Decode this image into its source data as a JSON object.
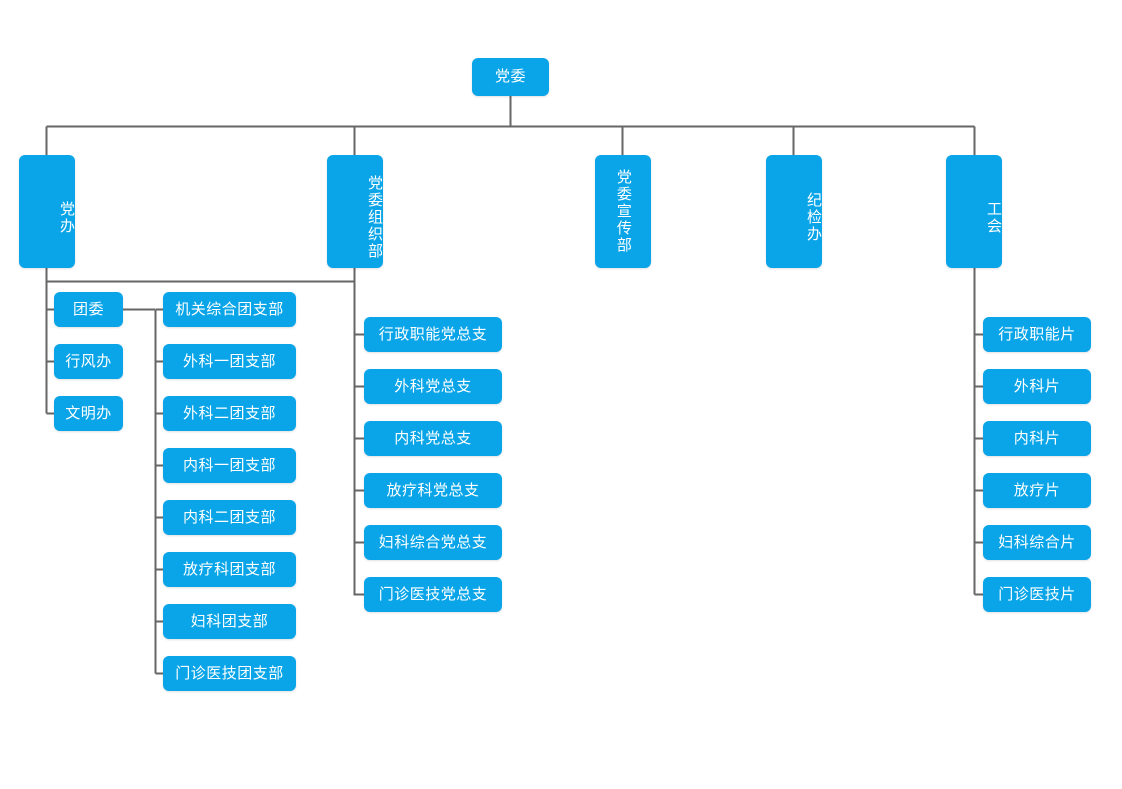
{
  "chart_data": {
    "type": "diagram",
    "title": "",
    "diagram_kind": "organization-chart",
    "node_color": "#0aa5e8",
    "text_color": "#ffffff",
    "connector_color": "#666666",
    "root": "党委",
    "level2": [
      "党办",
      "党委组织部",
      "党委宣传部",
      "纪检办",
      "工会"
    ],
    "groups": [
      {
        "parent": "党办",
        "children": [
          "团委",
          "行风办",
          "文明办"
        ]
      },
      {
        "parent": "团委",
        "children": [
          "机关综合团支部",
          "外科一团支部",
          "外科二团支部",
          "内科一团支部",
          "内科二团支部",
          "放疗科团支部",
          "妇科团支部",
          "门诊医技团支部"
        ]
      },
      {
        "parent": "党委组织部",
        "children": [
          "行政职能党总支",
          "外科党总支",
          "内科党总支",
          "放疗科党总支",
          "妇科综合党总支",
          "门诊医技党总支"
        ]
      },
      {
        "parent": "党委宣传部",
        "children": []
      },
      {
        "parent": "纪检办",
        "children": []
      },
      {
        "parent": "工会",
        "children": [
          "行政职能片",
          "外科片",
          "内科片",
          "放疗片",
          "妇科综合片",
          "门诊医技片"
        ]
      }
    ]
  },
  "root": {
    "label": "党委"
  },
  "level2": {
    "dangban": "党办",
    "zuzhibu": "党委组织部",
    "xuanchuanbu": "党委宣传部",
    "jijianban": "纪检办",
    "gonghui": "工会"
  },
  "dangban_children": [
    {
      "label": "团委"
    },
    {
      "label": "行风办"
    },
    {
      "label": "文明办"
    }
  ],
  "tuanwei_children": [
    {
      "label": "机关综合团支部"
    },
    {
      "label": "外科一团支部"
    },
    {
      "label": "外科二团支部"
    },
    {
      "label": "内科一团支部"
    },
    {
      "label": "内科二团支部"
    },
    {
      "label": "放疗科团支部"
    },
    {
      "label": "妇科团支部"
    },
    {
      "label": "门诊医技团支部"
    }
  ],
  "zuzhibu_children": [
    {
      "label": "行政职能党总支"
    },
    {
      "label": "外科党总支"
    },
    {
      "label": "内科党总支"
    },
    {
      "label": "放疗科党总支"
    },
    {
      "label": "妇科综合党总支"
    },
    {
      "label": "门诊医技党总支"
    }
  ],
  "gonghui_children": [
    {
      "label": "行政职能片"
    },
    {
      "label": "外科片"
    },
    {
      "label": "内科片"
    },
    {
      "label": "放疗片"
    },
    {
      "label": "妇科综合片"
    },
    {
      "label": "门诊医技片"
    }
  ]
}
